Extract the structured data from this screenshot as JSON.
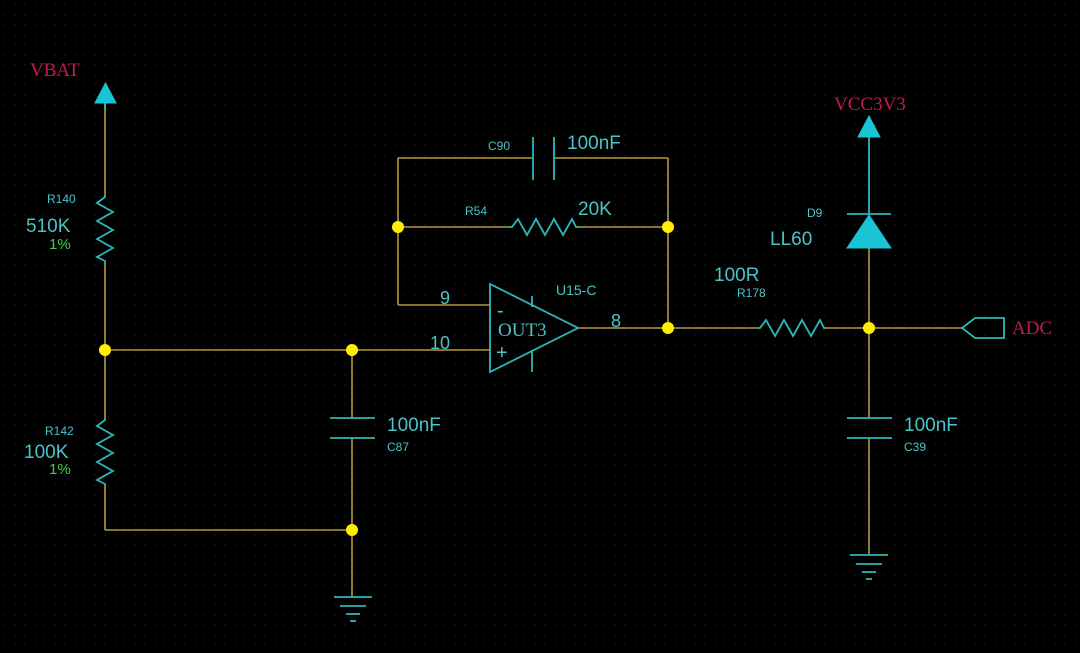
{
  "nets": {
    "vbat": "VBAT",
    "vcc": "VCC3V3",
    "adc": "ADC"
  },
  "r140": {
    "ref": "R140",
    "value": "510K",
    "tol": "1%"
  },
  "r142": {
    "ref": "R142",
    "value": "100K",
    "tol": "1%"
  },
  "c90": {
    "ref": "C90",
    "value": "100nF"
  },
  "r54": {
    "ref": "R54",
    "value": "20K"
  },
  "u15": {
    "ref": "U15-C",
    "name": "OUT3",
    "pin_inv": "9",
    "pin_noninv": "10",
    "pin_out": "8",
    "minus": "-",
    "plus": "+"
  },
  "c87": {
    "ref": "C87",
    "value": "100nF"
  },
  "r178": {
    "ref": "R178",
    "value": "100R"
  },
  "d9": {
    "ref": "D9",
    "value": "LL60"
  },
  "c39": {
    "ref": "C39",
    "value": "100nF"
  },
  "colors": {
    "background": "#000000",
    "wire": "#b59a3d",
    "component": "#2fb7b7",
    "junction": "#ffee00",
    "net_label": "#c4175a",
    "tolerance": "#39d04a"
  }
}
